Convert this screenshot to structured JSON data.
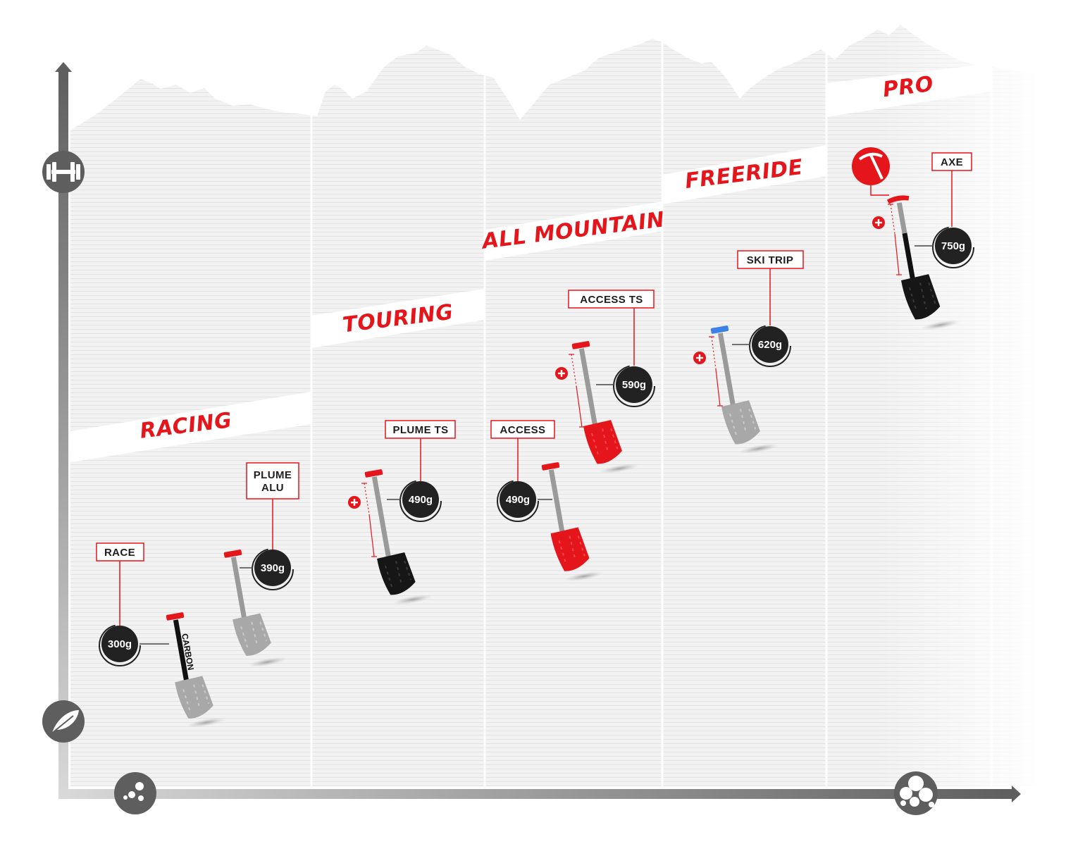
{
  "categories": [
    {
      "label": "RACING"
    },
    {
      "label": "TOURING"
    },
    {
      "label": "ALL MOUNTAIN"
    },
    {
      "label": "FREERIDE"
    },
    {
      "label": "PRO"
    }
  ],
  "products": [
    {
      "name": "RACE",
      "weight": "300g",
      "shaft_label": "CARBON",
      "blade_color": "#a8a8a8",
      "handle_color": "#e5151c",
      "telescopic": false
    },
    {
      "name": "PLUME ALU",
      "name_lines": [
        "PLUME",
        "ALU"
      ],
      "weight": "390g",
      "blade_color": "#a8a8a8",
      "handle_color": "#e5151c",
      "telescopic": false
    },
    {
      "name": "PLUME TS",
      "weight": "490g",
      "blade_color": "#161616",
      "handle_color": "#e5151c",
      "telescopic": true
    },
    {
      "name": "ACCESS",
      "weight": "490g",
      "blade_color": "#e5151c",
      "handle_color": "#e5151c",
      "telescopic": false
    },
    {
      "name": "ACCESS TS",
      "weight": "590g",
      "blade_color": "#e5151c",
      "handle_color": "#e5151c",
      "telescopic": true
    },
    {
      "name": "SKI TRIP",
      "weight": "620g",
      "blade_color": "#a8a8a8",
      "handle_color": "#3b82e6",
      "telescopic": true
    },
    {
      "name": "AXE",
      "weight": "750g",
      "blade_color": "#161616",
      "handle_color": "#e5151c",
      "telescopic": true
    }
  ],
  "icons": {
    "y_axis_top": "dumbbell-icon",
    "y_axis_bottom": "feather-icon",
    "x_axis_left": "small-snow-icon",
    "x_axis_right": "avalanche-debris-icon",
    "axe_badge": "ice-axe-icon",
    "extend": "plus-icon"
  },
  "colors": {
    "accent": "#e5151c",
    "dark": "#1e1e1e",
    "axis": "#777777",
    "blue_handle": "#3b82e6"
  }
}
